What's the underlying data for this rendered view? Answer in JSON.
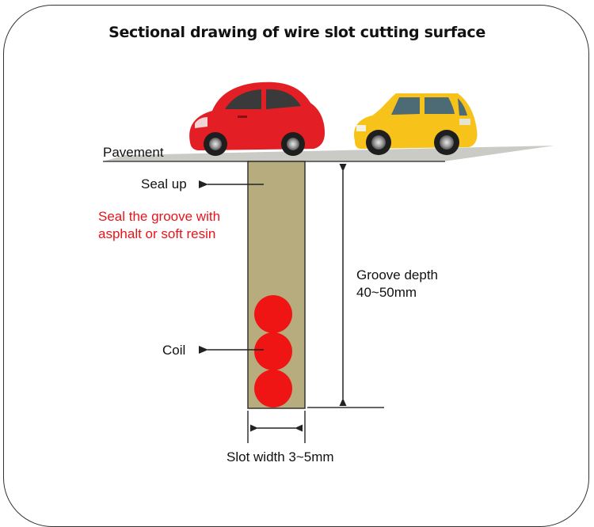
{
  "title": "Sectional drawing of wire slot cutting surface",
  "labels": {
    "pavement": "Pavement",
    "seal_up": "Seal up",
    "seal_note_line1": "Seal the groove with",
    "seal_note_line2": "asphalt or soft resin",
    "groove_depth": "Groove depth",
    "groove_depth_value": "40~50mm",
    "coil": "Coil",
    "slot_width": "Slot width 3~5mm"
  },
  "colors": {
    "groove_fill": "#b7ac7d",
    "coil": "#f01515",
    "note_text": "#e8141b",
    "pavement": "#c9cbc4",
    "red_car": "#e31e24",
    "yellow_car": "#f7c31a"
  },
  "icons": [
    "red-car-icon",
    "yellow-car-icon"
  ]
}
